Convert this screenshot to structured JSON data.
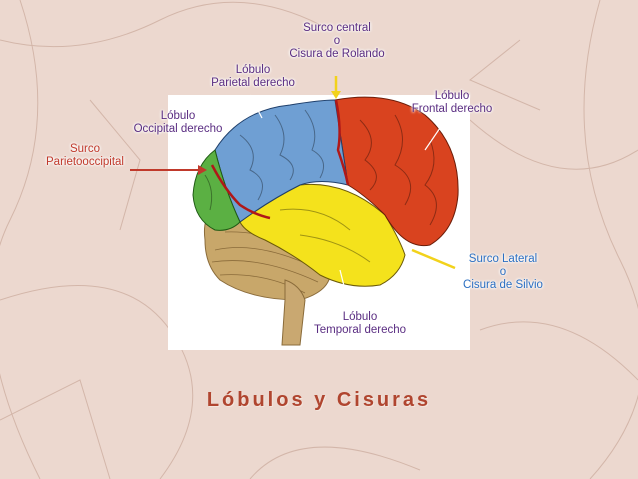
{
  "labels": {
    "surco_central": [
      "Surco central",
      "o",
      "Cisura de Rolando"
    ],
    "lobulo_parietal": [
      "Lóbulo",
      "Parietal derecho"
    ],
    "lobulo_frontal": [
      "Lóbulo",
      "Frontal derecho"
    ],
    "lobulo_occipital": [
      "Lóbulo",
      "Occipital derecho"
    ],
    "surco_parietooccipital": [
      "Surco",
      "Parietooccipital"
    ],
    "surco_lateral": [
      "Surco Lateral",
      "o",
      "Cisura de Silvio"
    ],
    "lobulo_temporal": [
      "Lóbulo",
      "Temporal derecho"
    ]
  },
  "title": "Lóbulos y Cisuras",
  "colors": {
    "background": "#ecd8cf",
    "frontal": "#d9431f",
    "parietal": "#6f9fd3",
    "occipital": "#5bb043",
    "temporal": "#f4e21c",
    "cerebellum": "#c8a76a",
    "sulcus_line": "#b01818",
    "arrow_yellow": "#f2d21b",
    "arrow_red": "#c0392b"
  }
}
